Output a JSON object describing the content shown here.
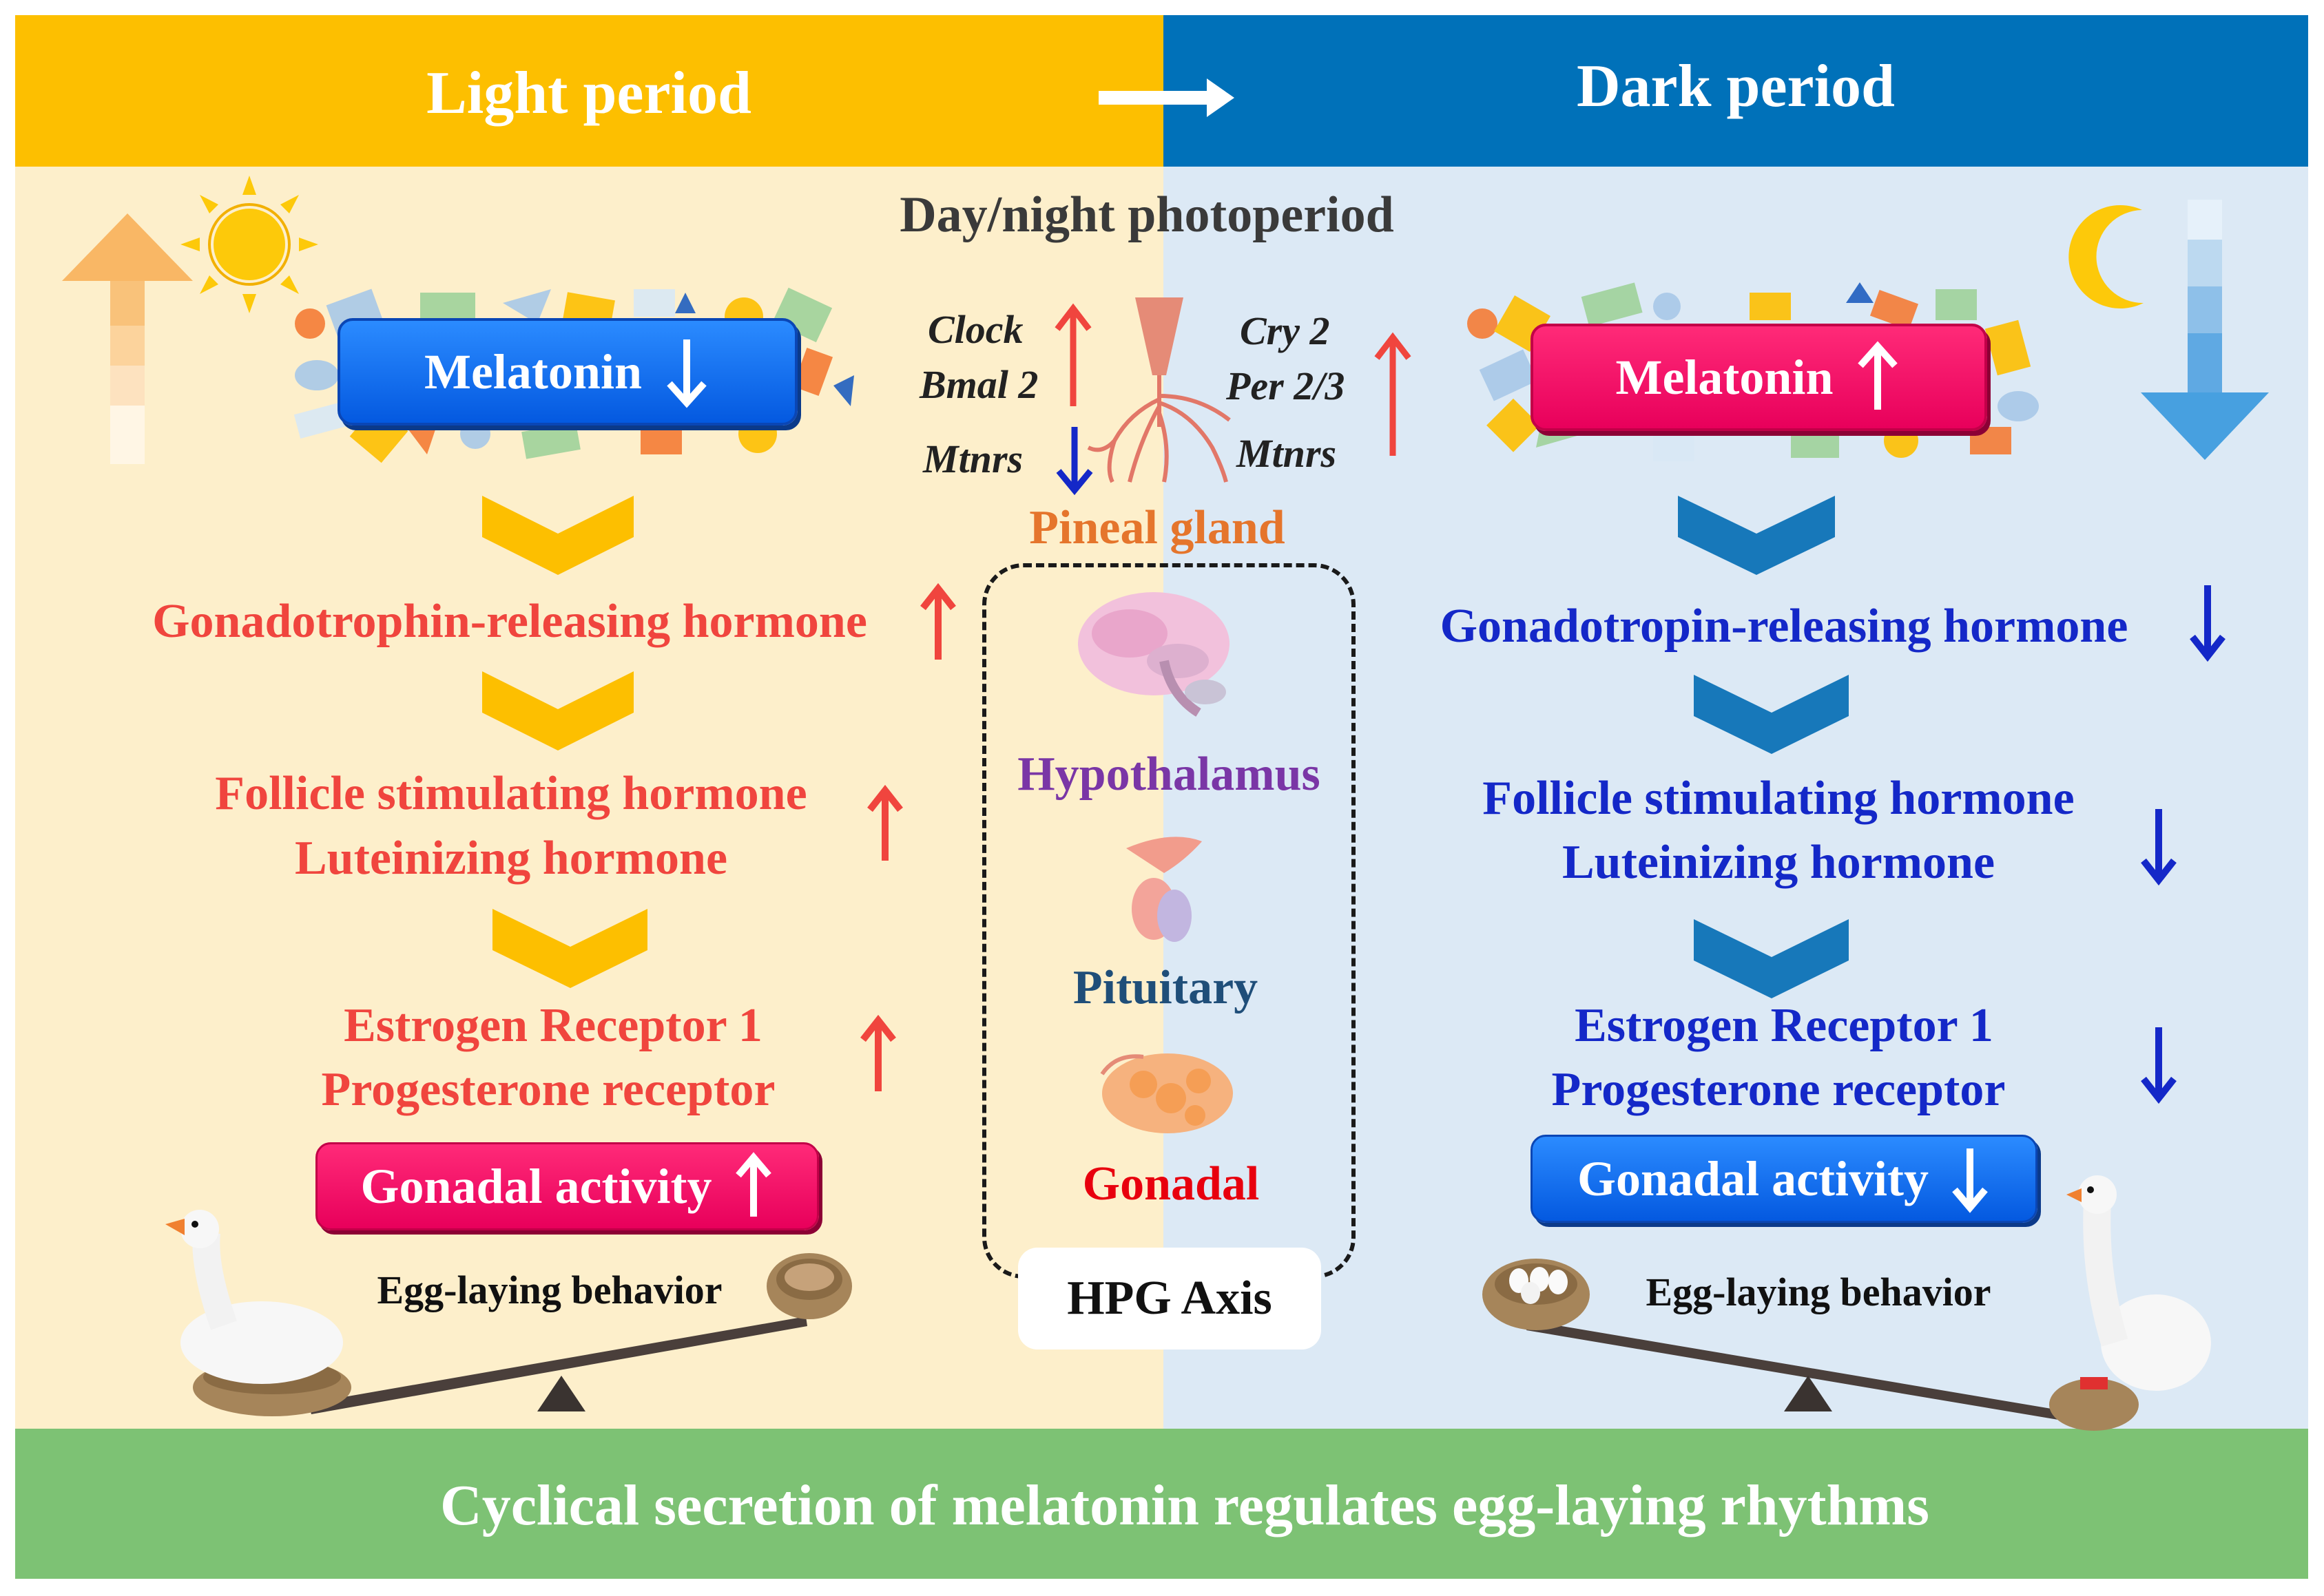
{
  "header": {
    "light_title": "Light period",
    "dark_title": "Dark period"
  },
  "center": {
    "photoperiod": "Day/night photoperiod",
    "pineal_gland": "Pineal gland",
    "genes_left": [
      "Clock",
      "Bmal 2"
    ],
    "mtnrs_left": "Mtnrs",
    "genes_right": [
      "Cry 2",
      "Per 2/3"
    ],
    "mtnrs_right": "Mtnrs",
    "hypothalamus": "Hypothalamus",
    "pituitary": "Pituitary",
    "gonadal": "Gonadal",
    "hpg_axis": "HPG Axis"
  },
  "left": {
    "melatonin": "Melatonin",
    "gnrh": "Gonadotrophin-releasing hormone",
    "fsh": "Follicle stimulating hormone",
    "lh": "Luteinizing hormone",
    "er1": "Estrogen Receptor 1",
    "pr": "Progesterone receptor",
    "gonadal_activity": "Gonadal activity",
    "egg_laying": "Egg-laying behavior"
  },
  "right": {
    "melatonin": "Melatonin",
    "gnrh": "Gonadotropin-releasing hormone",
    "fsh": "Follicle stimulating hormone",
    "lh": "Luteinizing hormone",
    "er1": "Estrogen Receptor 1",
    "pr": "Progesterone receptor",
    "gonadal_activity": "Gonadal activity",
    "egg_laying": "Egg-laying behavior"
  },
  "footer": "Cyclical secretion of melatonin regulates egg-laying rhythms",
  "colors": {
    "light_bar": "#FDBF00",
    "dark_bar": "#0071B9",
    "light_bg": "#FDEFCB",
    "dark_bg": "#DCE9F5",
    "increase": "#F0453E",
    "decrease": "#1428C8",
    "footer": "#7DC274"
  }
}
